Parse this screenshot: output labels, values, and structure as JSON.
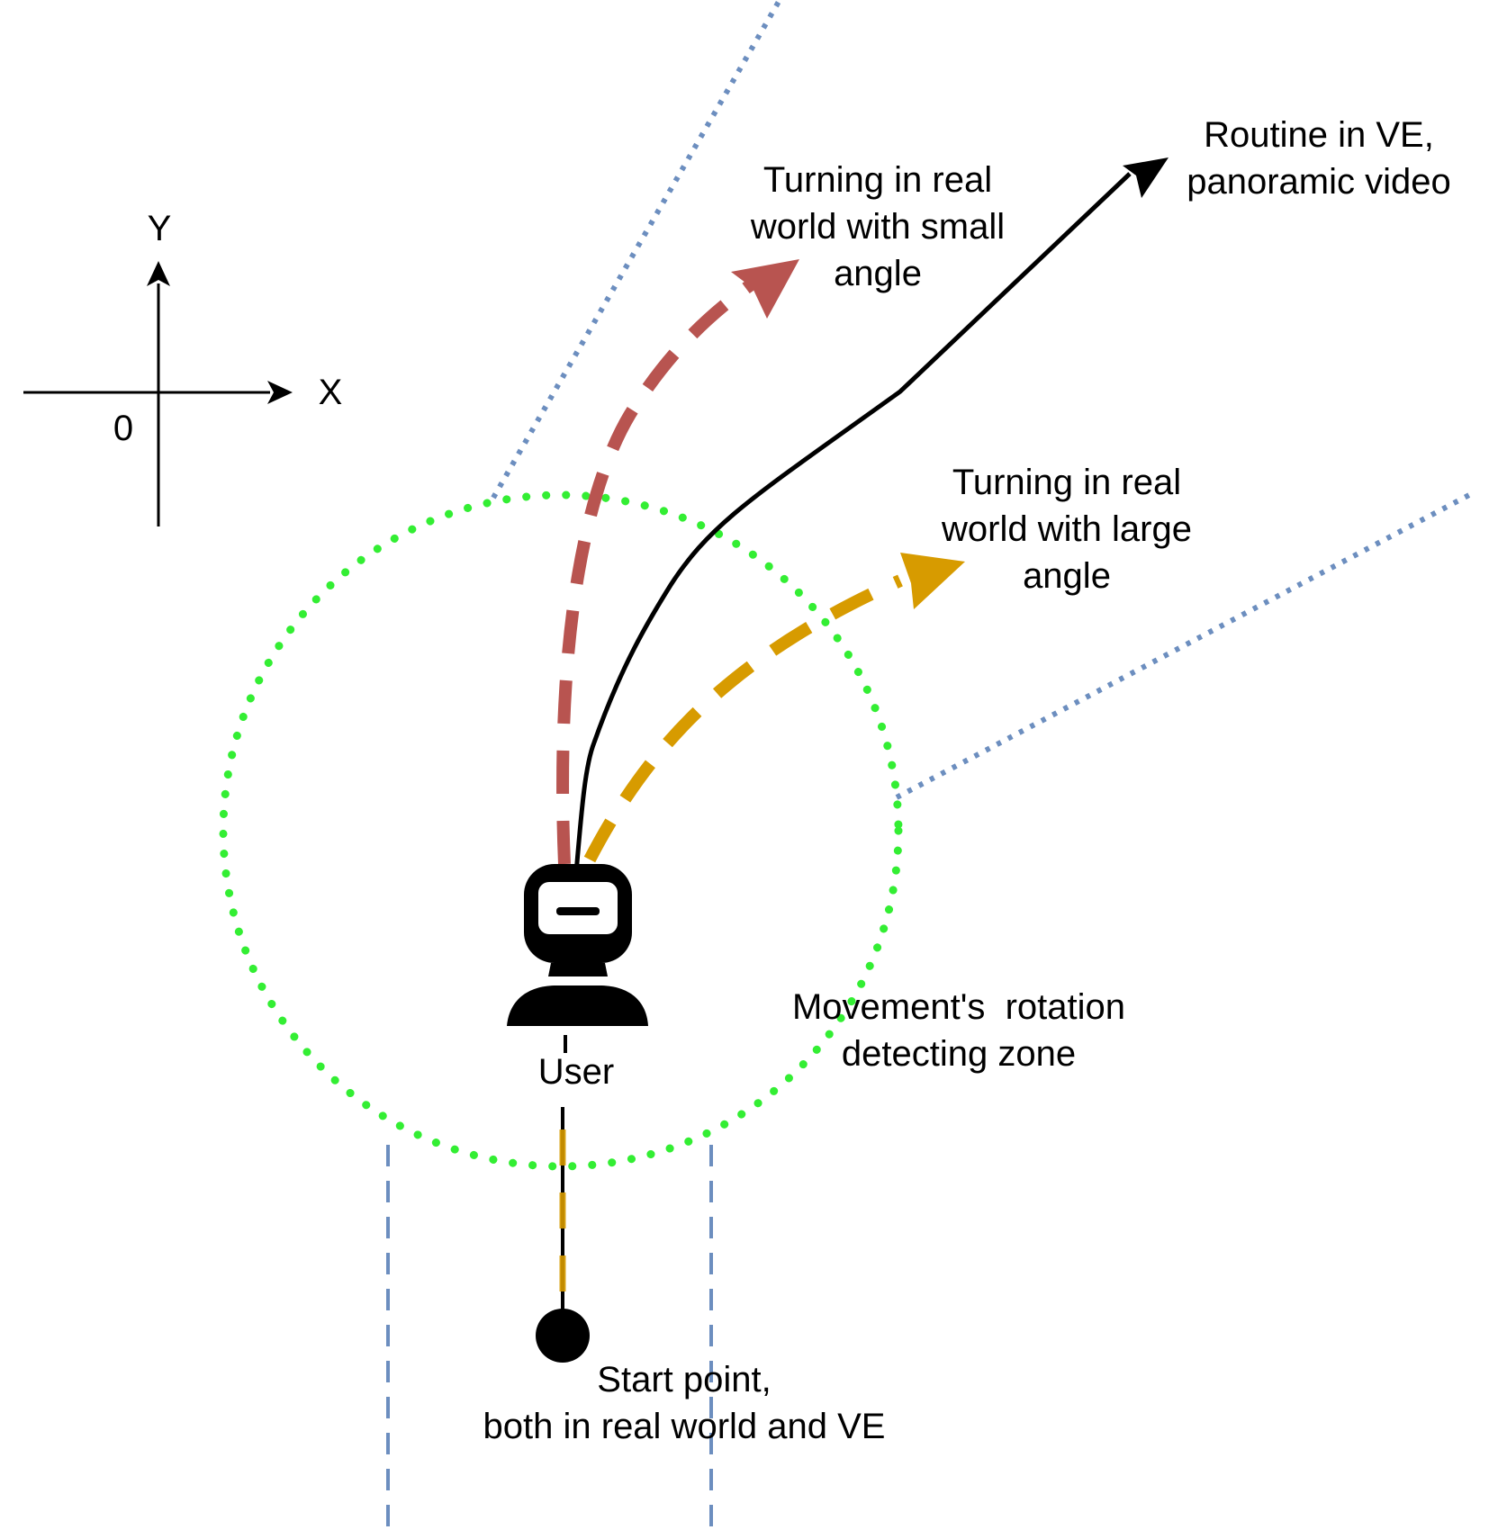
{
  "axes": {
    "y_label": "Y",
    "x_label": "X",
    "origin_label": "0"
  },
  "labels": {
    "routine_ve": [
      "Routine in VE,",
      "panoramic video"
    ],
    "turning_small": [
      "Turning in real",
      "world with small",
      "angle"
    ],
    "turning_large": [
      "Turning in real",
      "world with large",
      "angle"
    ],
    "zone": [
      "Movement's  rotation",
      "detecting zone"
    ],
    "user": "User",
    "start_point": [
      "Start point,",
      "both in real world and VE"
    ]
  },
  "colors": {
    "blue_boundary": "#6c8ebf",
    "green_zone": "#33ee33",
    "red_path": "#b85450",
    "orange_path": "#d79b00",
    "black_path": "#000000"
  },
  "icons": {
    "user": "vr-headset-user-icon",
    "start": "start-point-icon"
  }
}
